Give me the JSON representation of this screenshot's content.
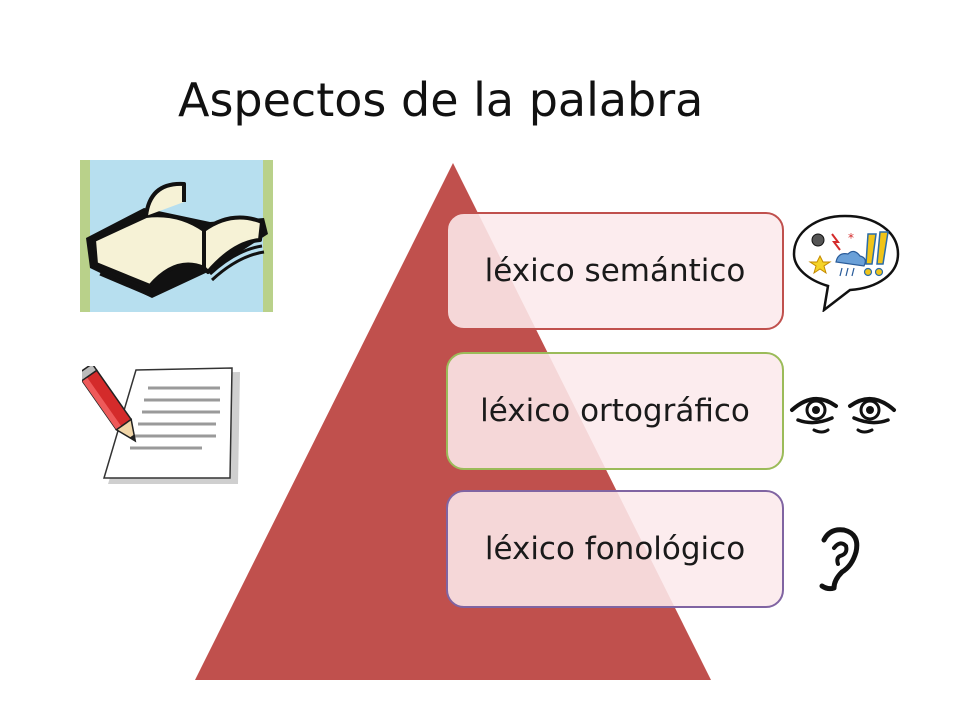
{
  "slide": {
    "title": "Aspectos de la palabra"
  },
  "pyramid": {
    "fill_color": "#c0504d",
    "levels": [
      {
        "label": "léxico semántico",
        "border_color": "#c0504d",
        "icon": "speech-bubble-icon"
      },
      {
        "label": "léxico ortográfico",
        "border_color": "#9bbb59",
        "icon": "eyes-icon"
      },
      {
        "label": "léxico fonológico",
        "border_color": "#8064a2",
        "icon": "ear-icon"
      }
    ]
  },
  "left_images": [
    {
      "icon": "open-book-icon"
    },
    {
      "icon": "pencil-paper-icon"
    }
  ]
}
